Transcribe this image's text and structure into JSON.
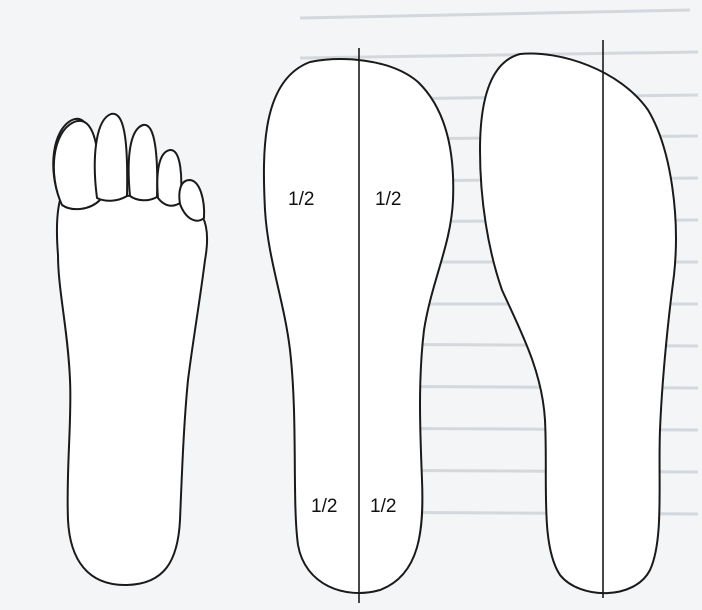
{
  "labels": {
    "forefoot_left": "1/2",
    "forefoot_right": "1/2",
    "heel_left": "1/2",
    "heel_right": "1/2"
  },
  "colors": {
    "background": "#f3f5f7",
    "line": "#1a1a1a",
    "fill": "#ffffff"
  }
}
